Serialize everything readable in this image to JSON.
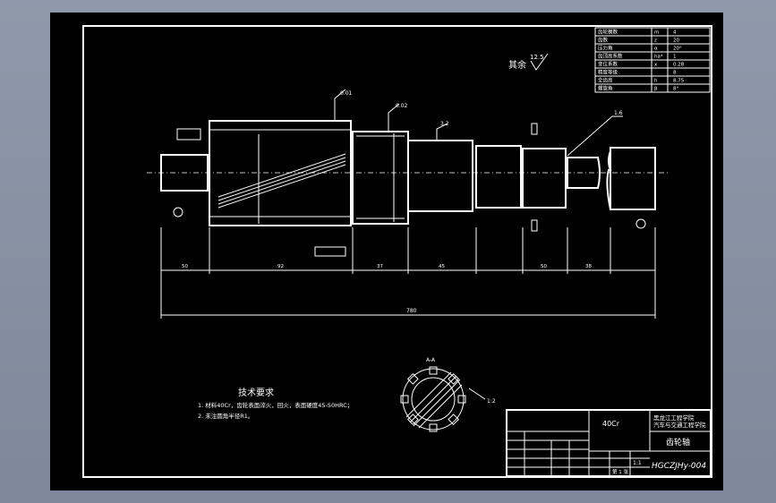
{
  "drawing": {
    "surface_roughness_note": "其余",
    "surface_roughness_value": "12.5",
    "technical_requirements": {
      "title": "技术要求",
      "items": [
        "1. 材料40Cr，齿轮表面淬火，回火，表面硬度45-50HRC；",
        "2. 未注圆角半径R1。"
      ]
    },
    "overall_length": "780",
    "segment_dims": [
      "50",
      "92",
      "37",
      "45",
      "50",
      "38"
    ],
    "tolerance_callouts": [
      "0.01",
      "0.02",
      "3.2",
      "1.6"
    ],
    "section_label": "A-A",
    "rotation_note": "1:2"
  },
  "gear_table": {
    "rows": [
      {
        "label": "齿轮模数",
        "sym": "m",
        "val": "4"
      },
      {
        "label": "齿数",
        "sym": "z",
        "val": "20"
      },
      {
        "label": "压力角",
        "sym": "α",
        "val": "20°"
      },
      {
        "label": "齿顶高系数",
        "sym": "ha*",
        "val": "1"
      },
      {
        "label": "变位系数",
        "sym": "x",
        "val": "0.28"
      },
      {
        "label": "精度等级",
        "sym": "",
        "val": "8"
      },
      {
        "label": "全齿高",
        "sym": "h",
        "val": "8.75"
      },
      {
        "label": "螺旋角",
        "sym": "β",
        "val": "8°"
      }
    ]
  },
  "title_block": {
    "material": "40Cr",
    "school": "黑龙江工程学院",
    "department": "汽车与交通工程学院",
    "part_name": "齿轮轴",
    "drawing_no": "HGCZJHy-004",
    "scale": "1:1",
    "sheet": "第 1 张"
  }
}
